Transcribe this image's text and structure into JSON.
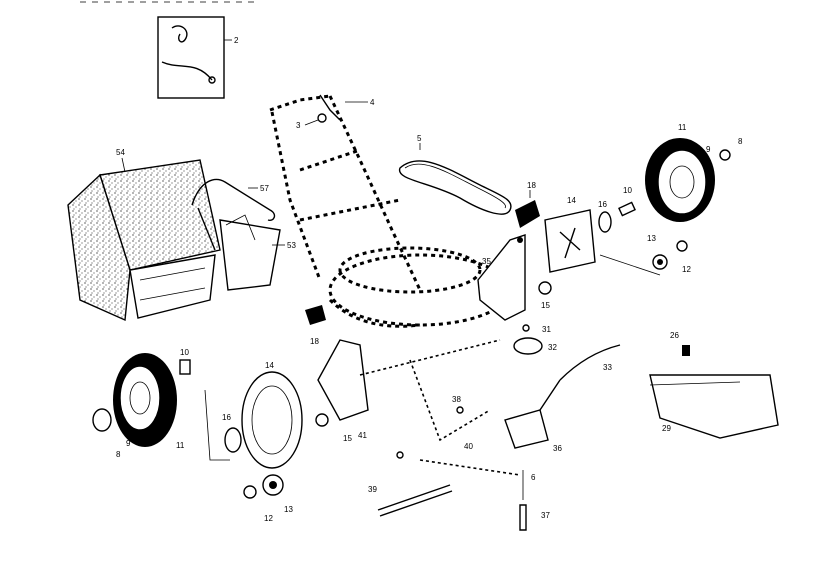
{
  "diagram": {
    "labels": {
      "p2": "2",
      "p3": "3",
      "p4": "4",
      "p5": "5",
      "p54": "54",
      "p57": "57",
      "p53": "53",
      "p18a": "18",
      "p18b": "18",
      "p14a": "14",
      "p14b": "14",
      "p16a": "16",
      "p16b": "16",
      "p10a": "10",
      "p10b": "10",
      "p11a": "11",
      "p11b": "11",
      "p9a": "9",
      "p9b": "9",
      "p8a": "8",
      "p8b": "8",
      "p13a": "13",
      "p13b": "13",
      "p12a": "12",
      "p12b": "12",
      "p15a": "15",
      "p15b": "15",
      "p35": "35",
      "p31": "31",
      "p32": "32",
      "p33": "33",
      "p36": "36",
      "p38": "38",
      "p39": "39",
      "p40": "40",
      "p41": "41",
      "p6": "6",
      "p37": "37",
      "p26": "26",
      "p29": "29"
    }
  }
}
